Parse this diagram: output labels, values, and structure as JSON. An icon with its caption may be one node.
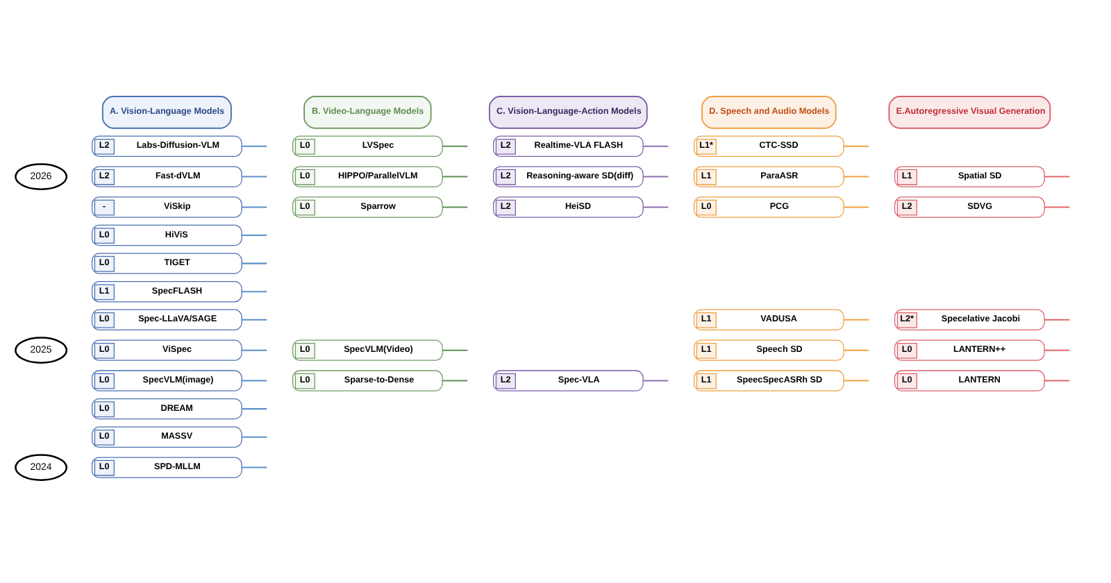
{
  "diagram": {
    "nodes": [
      {
        "text": [
          "2026"
        ]
      },
      {
        "text": [
          "2025"
        ]
      },
      {
        "text": [
          "2024"
        ]
      },
      {
        "text": [
          "A. Vision-Language Models"
        ]
      },
      {
        "text": [
          "B. Video-Language Models"
        ]
      },
      {
        "text": [
          "C. Vision-Language-Action Models"
        ]
      },
      {
        "text": [
          "D. Speech and Audio Models"
        ]
      },
      {
        "text": [
          "E.Autoregressive Visual Generation"
        ]
      },
      {
        "text": [
          "L2",
          "Labs-Diffusion-VLM"
        ]
      },
      {
        "text": [
          "L2",
          "Fast-dVLM"
        ]
      },
      {
        "text": [
          "-",
          "ViSkip"
        ]
      },
      {
        "text": [
          "L0",
          "HiViS"
        ]
      },
      {
        "text": [
          "L0",
          "TIGET"
        ]
      },
      {
        "text": [
          "L1",
          "SpecFLASH"
        ]
      },
      {
        "text": [
          "L0",
          "Spec-LLaVA/SAGE"
        ]
      },
      {
        "text": [
          "L0",
          "ViSpec"
        ]
      },
      {
        "text": [
          "L0",
          "SpecVLM(image)"
        ]
      },
      {
        "text": [
          "L0",
          "DREAM"
        ]
      },
      {
        "text": [
          "L0",
          "MASSV"
        ]
      },
      {
        "text": [
          "L0",
          "SPD-MLLM"
        ]
      },
      {
        "text": [
          "L0",
          "LVSpec"
        ]
      },
      {
        "text": [
          "L0",
          "HIPPO/ParallelVLM"
        ]
      },
      {
        "text": [
          "L0",
          "Sparrow"
        ]
      },
      {
        "text": [
          "L0",
          "SpecVLM(Video)"
        ]
      },
      {
        "text": [
          "L0",
          "Sparse-to-Dense"
        ]
      },
      {
        "text": [
          "L2",
          "Realtime-VLA FLASH"
        ]
      },
      {
        "text": [
          "L2",
          "Reasoning-aware SD(diff)"
        ]
      },
      {
        "text": [
          "L2",
          "HeiSD"
        ]
      },
      {
        "text": [
          "L2",
          "Spec-VLA"
        ]
      },
      {
        "text": [
          "L1*",
          "CTC-SSD"
        ]
      },
      {
        "text": [
          "L1",
          "ParaASR"
        ]
      },
      {
        "text": [
          "L0",
          "PCG"
        ]
      },
      {
        "text": [
          "L1",
          "VADUSA"
        ]
      },
      {
        "text": [
          "L1",
          "Speech SD"
        ]
      },
      {
        "text": [
          "L1",
          "SpeecSpecASRh SD"
        ]
      },
      {
        "text": [
          "L1",
          "Spatial SD"
        ]
      },
      {
        "text": [
          "L2",
          "SDVG"
        ]
      },
      {
        "text": [
          "L2*",
          "Specelative Jacobi"
        ]
      },
      {
        "text": [
          "L0",
          "LANTERN++"
        ]
      },
      {
        "text": [
          "L0",
          "LANTERN"
        ]
      }
    ],
    "edges": [
      {
        "from": null,
        "to": 8,
        "arrow": "none",
        "color": "#5b8fc9"
      },
      {
        "from": null,
        "to": 9,
        "arrow": "none",
        "color": "#5b8fc9"
      },
      {
        "from": null,
        "to": 10,
        "arrow": "none",
        "color": "#5b8fc9"
      },
      {
        "from": null,
        "to": 11,
        "arrow": "none",
        "color": "#5b8fc9"
      },
      {
        "from": null,
        "to": 12,
        "arrow": "none",
        "color": "#5b8fc9"
      },
      {
        "from": null,
        "to": 13,
        "arrow": "none",
        "color": "#5b8fc9"
      },
      {
        "from": null,
        "to": 14,
        "arrow": "none",
        "color": "#5b8fc9"
      },
      {
        "from": null,
        "to": 15,
        "arrow": "none",
        "color": "#5b8fc9"
      },
      {
        "from": null,
        "to": 16,
        "arrow": "none",
        "color": "#5b8fc9"
      },
      {
        "from": null,
        "to": 17,
        "arrow": "none",
        "color": "#5b8fc9"
      },
      {
        "from": null,
        "to": 18,
        "arrow": "none",
        "color": "#5b8fc9"
      },
      {
        "from": null,
        "to": 19,
        "arrow": "none",
        "color": "#5b8fc9"
      },
      {
        "from": null,
        "to": 20,
        "arrow": "none",
        "color": "#5f8f55"
      },
      {
        "from": null,
        "to": 21,
        "arrow": "none",
        "color": "#5f8f55"
      },
      {
        "from": null,
        "to": 22,
        "arrow": "none",
        "color": "#5f8f55"
      },
      {
        "from": null,
        "to": 23,
        "arrow": "none",
        "color": "#5f8f55"
      },
      {
        "from": null,
        "to": 24,
        "arrow": "none",
        "color": "#5f8f55"
      },
      {
        "from": null,
        "to": 25,
        "arrow": "none",
        "color": "#8a6fb0"
      },
      {
        "from": null,
        "to": 26,
        "arrow": "none",
        "color": "#8a6fb0"
      },
      {
        "from": null,
        "to": 27,
        "arrow": "none",
        "color": "#8a6fb0"
      },
      {
        "from": null,
        "to": 28,
        "arrow": "none",
        "color": "#8a6fb0"
      },
      {
        "from": null,
        "to": 29,
        "arrow": "none",
        "color": "#f0a040"
      },
      {
        "from": null,
        "to": 30,
        "arrow": "none",
        "color": "#f0a040"
      },
      {
        "from": null,
        "to": 31,
        "arrow": "none",
        "color": "#f0a040"
      },
      {
        "from": null,
        "to": 32,
        "arrow": "none",
        "color": "#f0a040"
      },
      {
        "from": null,
        "to": 33,
        "arrow": "none",
        "color": "#f0a040"
      },
      {
        "from": null,
        "to": 34,
        "arrow": "none",
        "color": "#f0a040"
      },
      {
        "from": null,
        "to": 35,
        "arrow": "none",
        "color": "#e06666"
      },
      {
        "from": null,
        "to": 36,
        "arrow": "none",
        "color": "#e06666"
      },
      {
        "from": null,
        "to": 37,
        "arrow": "none",
        "color": "#e06666"
      },
      {
        "from": null,
        "to": 38,
        "arrow": "none",
        "color": "#e06666"
      },
      {
        "from": null,
        "to": 39,
        "arrow": "none",
        "color": "#e06666"
      }
    ]
  }
}
